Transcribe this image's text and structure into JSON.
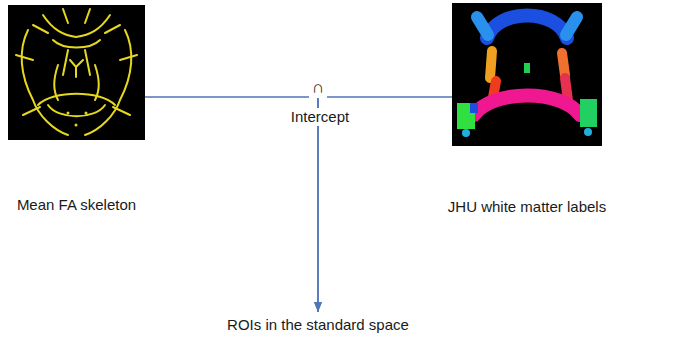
{
  "diagram": {
    "nodes": [
      {
        "text": [
          "Mean FA skeleton"
        ]
      },
      {
        "text": [
          "JHU white matter labels"
        ]
      },
      {
        "text": [
          "ROIs in the standard space"
        ]
      }
    ],
    "edges": [
      {
        "from": 0,
        "to": 2,
        "arrow": "to"
      },
      {
        "from": 1,
        "to": 2,
        "arrow": "to"
      }
    ],
    "labels": [
      "∩",
      "Intercept"
    ]
  }
}
